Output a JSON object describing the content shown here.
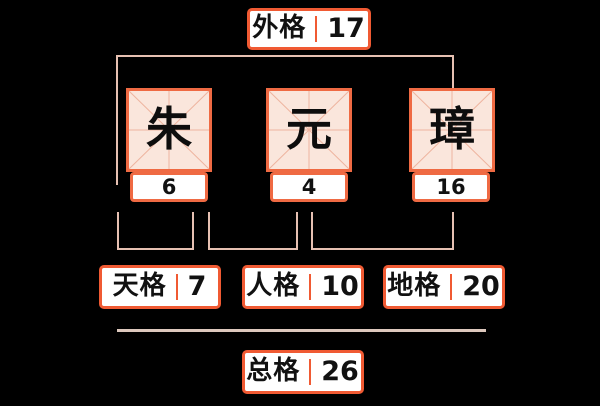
{
  "theme": {
    "background": "#000000",
    "accent": "#f05a33",
    "cell_fill": "#fae6dc",
    "cell_grid": "#eeb49f",
    "connector": "#e6c0b2",
    "text": "#111111"
  },
  "diagram": {
    "title_box": {
      "name": "外格",
      "value": "17"
    },
    "characters": [
      {
        "glyph": "朱",
        "strokes": "6"
      },
      {
        "glyph": "元",
        "strokes": "4"
      },
      {
        "glyph": "璋",
        "strokes": "16"
      }
    ],
    "results": [
      {
        "name": "天格",
        "value": "7"
      },
      {
        "name": "人格",
        "value": "10"
      },
      {
        "name": "地格",
        "value": "20"
      }
    ],
    "total_box": {
      "name": "总格",
      "value": "26"
    }
  }
}
